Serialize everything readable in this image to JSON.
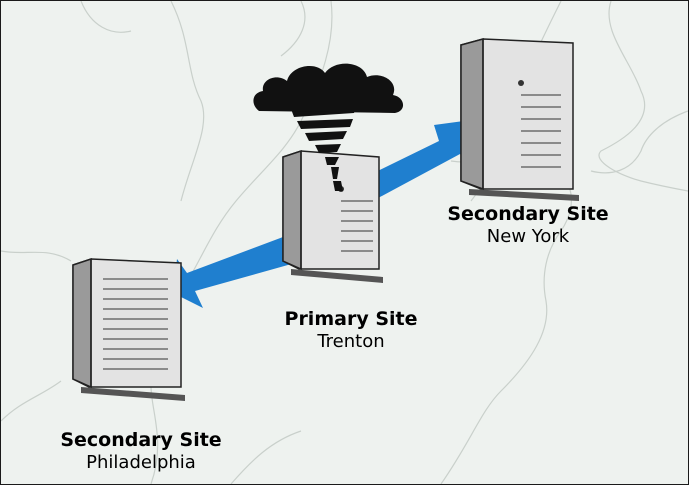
{
  "sites": {
    "new_york": {
      "role": "Secondary Site",
      "city": "New York"
    },
    "primary": {
      "role": "Primary Site",
      "city": "Trenton"
    },
    "philadelphia": {
      "role": "Secondary Site",
      "city": "Philadelphia"
    }
  },
  "colors": {
    "map_land": "#eef2ef",
    "map_lines": "#c9d0cb",
    "arrow": "#1f7fcf",
    "server_body": "#dcdcdc",
    "storm": "#111111"
  },
  "icons": [
    "storm-cloud-icon",
    "tornado-icon",
    "server-icon"
  ]
}
